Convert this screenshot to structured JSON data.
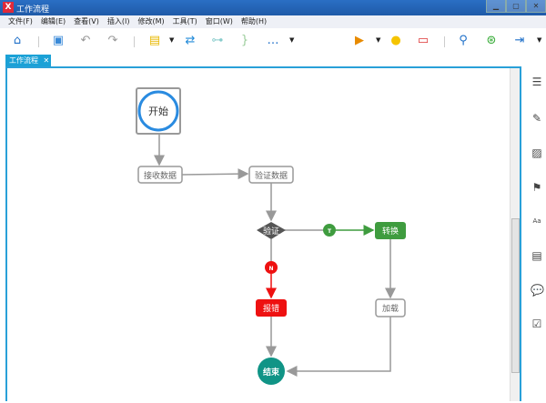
{
  "window": {
    "title": "工作流程",
    "logo": "X"
  },
  "menu": [
    "文件(F)",
    "编辑(E)",
    "查看(V)",
    "插入(I)",
    "修改(M)",
    "工具(T)",
    "窗口(W)",
    "帮助(H)"
  ],
  "tab": {
    "label": "工作流程",
    "close": "✕"
  },
  "diagram": {
    "start": "开始",
    "receive": "接收数据",
    "validate_data": "验证数据",
    "validate": "验证",
    "true_label": "T",
    "false_label": "N",
    "transform": "转换",
    "error": "报错",
    "load": "加载",
    "end": "结束"
  },
  "colors": {
    "accent": "#29a0d8",
    "green": "#3f9c3f",
    "red": "#ee1111",
    "end": "#109486",
    "diamond": "#555555"
  }
}
